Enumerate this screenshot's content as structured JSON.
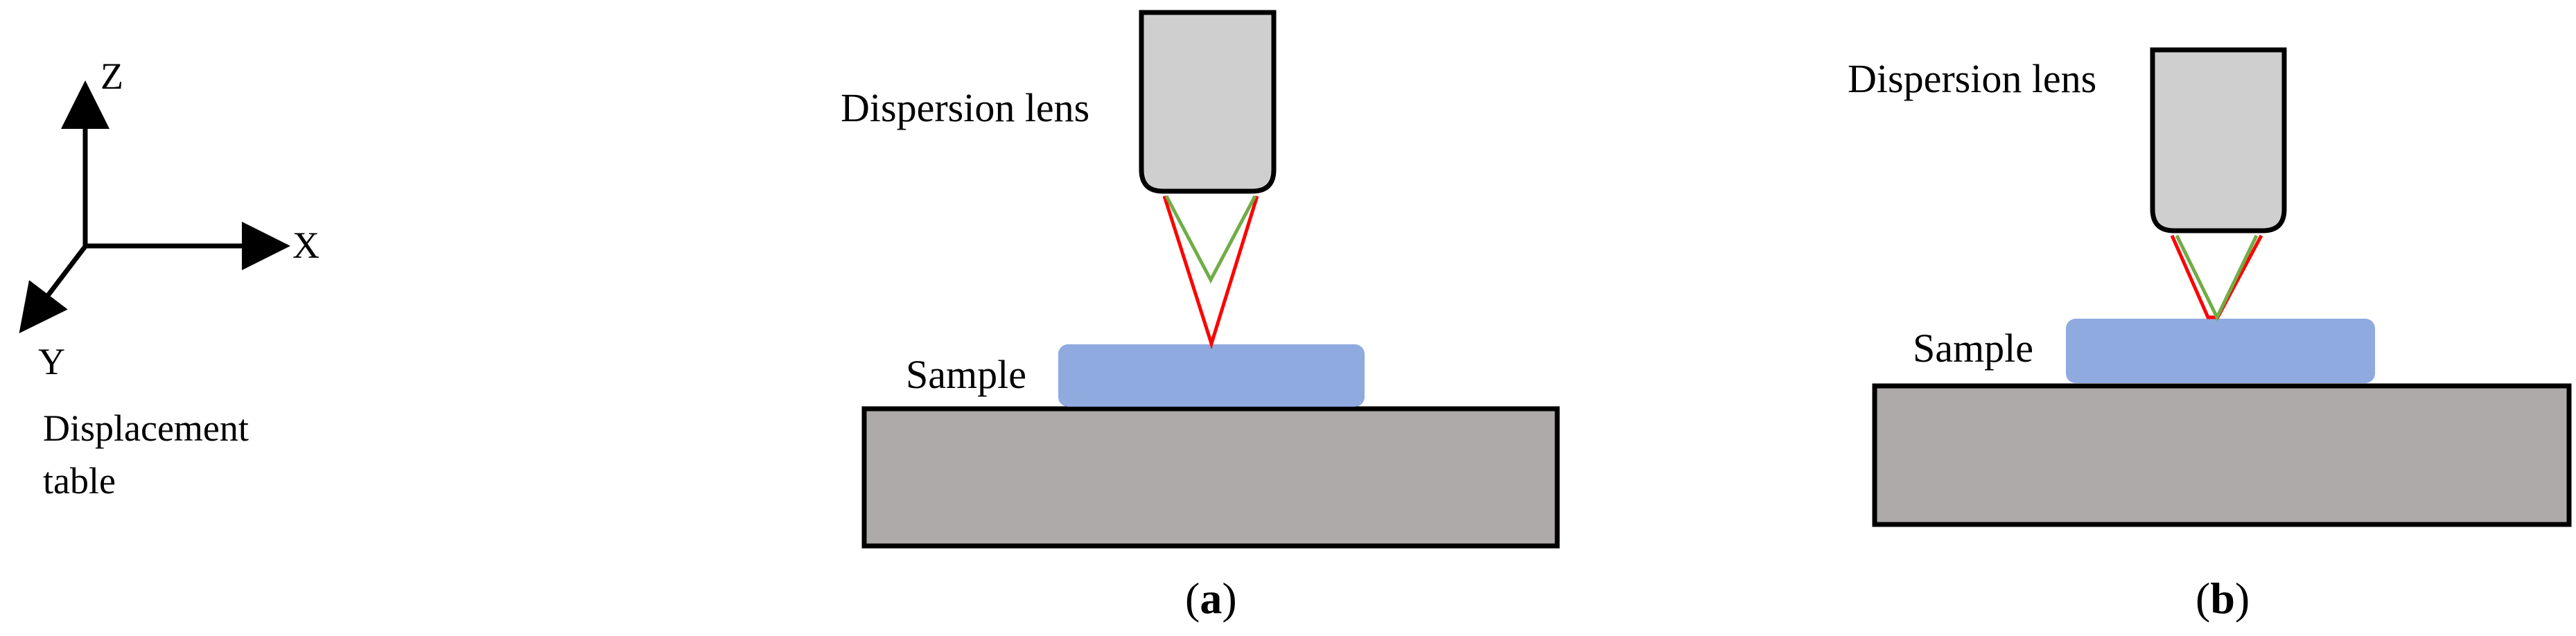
{
  "axes": {
    "z_label": "Z",
    "x_label": "X",
    "y_label": "Y",
    "table_label_line1": "Displacement",
    "table_label_line2": "table"
  },
  "panel_a": {
    "lens_label": "Dispersion lens",
    "sample_label": "Sample",
    "caption_open": "(",
    "caption_letter": "a",
    "caption_close": ")"
  },
  "panel_b": {
    "lens_label": "Dispersion lens",
    "sample_label": "Sample",
    "caption_open": "(",
    "caption_letter": "b",
    "caption_close": ")"
  },
  "colors": {
    "lens_fill": "#d0cfd0",
    "sample_fill": "#8eaade",
    "stage_fill": "#aeaaaa",
    "ray_red": "#ff0000",
    "ray_green": "#70ad47",
    "outline": "#000000"
  }
}
